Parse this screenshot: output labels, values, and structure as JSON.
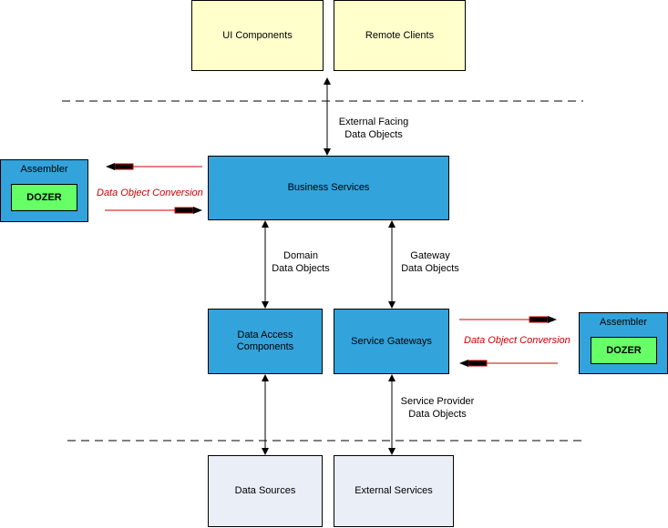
{
  "boxes": {
    "ui_components": "UI Components",
    "remote_clients": "Remote Clients",
    "business_services": "Business Services",
    "data_access_line1": "Data Access",
    "data_access_line2": "Components",
    "service_gateways": "Service Gateways",
    "data_sources": "Data Sources",
    "external_services": "External Services"
  },
  "assemblers": {
    "left_title": "Assembler",
    "left_button": "DOZER",
    "right_title": "Assembler",
    "right_button": "DOZER"
  },
  "labels": {
    "external_facing_line1": "External Facing",
    "external_facing_line2": "Data Objects",
    "domain_line1": "Domain",
    "domain_line2": "Data Objects",
    "gateway_line1": "Gateway",
    "gateway_line2": "Data Objects",
    "service_provider_line1": "Service Provider",
    "service_provider_line2": "Data Objects",
    "conversion_left": "Data Object Conversion",
    "conversion_right": "Data Object Conversion"
  },
  "colors": {
    "presentation": "#ffffcc",
    "service_layer": "#33a3dc",
    "resources": "#eaeef7",
    "dozer": "#66ff66",
    "conversion_arrow": "#cc0000"
  }
}
